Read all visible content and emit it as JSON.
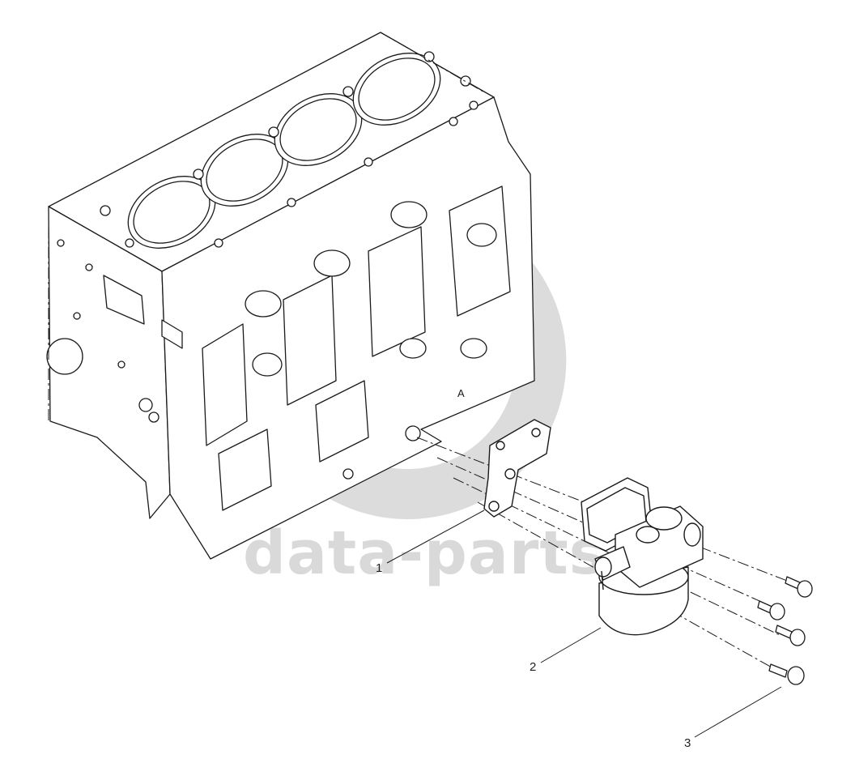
{
  "diagram": {
    "callouts": [
      {
        "id": "1",
        "label": "1",
        "part": "bracket"
      },
      {
        "id": "2",
        "label": "2",
        "part": "fuel-filter"
      },
      {
        "id": "3",
        "label": "3",
        "part": "bolt"
      }
    ]
  },
  "watermark": {
    "text": "data-parts",
    "color": "#d9d9d9"
  },
  "colors": {
    "line": "#1a1a1a",
    "background": "#ffffff"
  }
}
